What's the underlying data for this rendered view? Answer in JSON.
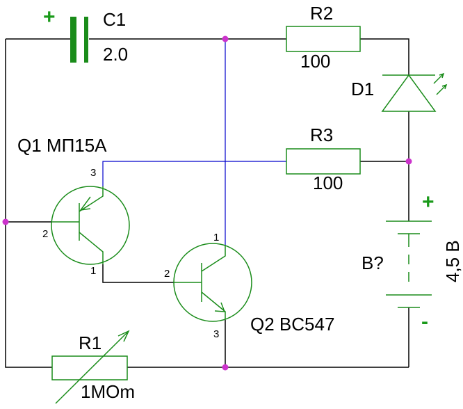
{
  "colors": {
    "wire": "#000000",
    "wire_blue": "#0000cc",
    "component": "#1a8c1a",
    "junction": "#cc33cc",
    "polarity": "#1a9a1a"
  },
  "c1": {
    "name": "C1",
    "value": "2.0",
    "plus": "+"
  },
  "r2": {
    "name": "R2",
    "value": "100"
  },
  "d1": {
    "name": "D1"
  },
  "r3": {
    "name": "R3",
    "value": "100"
  },
  "q1": {
    "name": "Q1 МП15А",
    "pin_collector": "3",
    "pin_base": "2",
    "pin_emitter": "1"
  },
  "q2": {
    "name": "Q2 BC547",
    "pin_collector": "1",
    "pin_base": "2",
    "pin_emitter": "3"
  },
  "battery": {
    "name": "B?",
    "voltage": "4,5 В",
    "plus": "+",
    "minus": "-"
  },
  "r1": {
    "name": "R1",
    "value": "1MOm"
  }
}
